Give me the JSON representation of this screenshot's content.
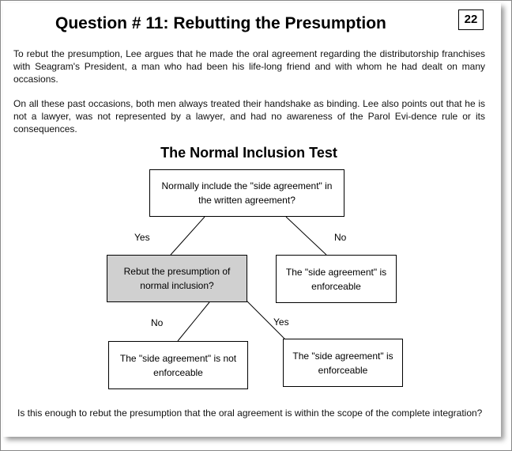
{
  "title": "Question # 11: Rebutting the Presumption",
  "page_number": "22",
  "paragraphs": [
    "To rebut the presumption, Lee argues that he made the oral agreement regarding the distributorship franchises with Seagram's President, a man who had been his life-long friend and with whom he had dealt on many occasions.",
    "On all these past occasions, both men always treated their handshake as binding. Lee also points out that he is not a lawyer, was not represented by a lawyer, and had no awareness of the Parol Evi-dence rule or its consequences."
  ],
  "diagram": {
    "title": "The Normal Inclusion Test",
    "q1": "Normally include the \"side agreement\" in the written agreement?",
    "q2": "Rebut the presumption of normal inclusion?",
    "r1": "The \"side agreement\" is enforceable",
    "r2": "The \"side agreement\" is not enforceable",
    "r3": "The \"side agreement\" is enforceable",
    "yes1": "Yes",
    "no1": "No",
    "no2": "No",
    "yes2": "Yes"
  },
  "question": "Is this enough to rebut the presumption that the oral agreement is within the scope of the complete integration?"
}
